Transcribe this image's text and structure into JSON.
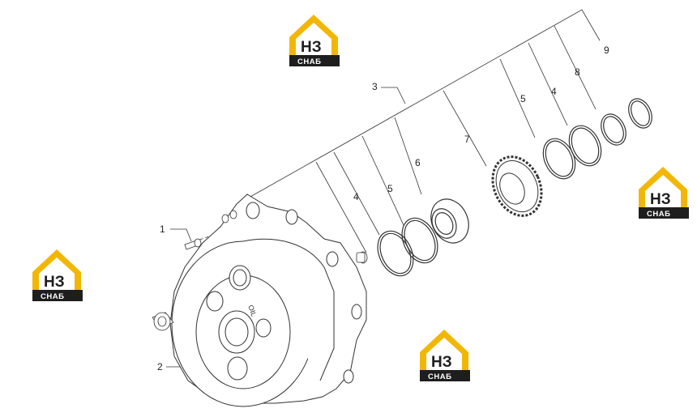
{
  "diagram": {
    "callouts": [
      {
        "id": "c1",
        "label": "1"
      },
      {
        "id": "c2",
        "label": "2"
      },
      {
        "id": "c3",
        "label": "3"
      },
      {
        "id": "c4a",
        "label": "4"
      },
      {
        "id": "c5a",
        "label": "5"
      },
      {
        "id": "c6",
        "label": "6"
      },
      {
        "id": "c7",
        "label": "7"
      },
      {
        "id": "c5b",
        "label": "5"
      },
      {
        "id": "c4b",
        "label": "4"
      },
      {
        "id": "c8",
        "label": "8"
      },
      {
        "id": "c9",
        "label": "9"
      }
    ]
  },
  "watermark": {
    "top": "НЗ",
    "bottom": "СНАБ",
    "accent_color": "#f2b705",
    "dark_color": "#1e1e1e"
  },
  "colors": {
    "line": "#333333",
    "background": "#ffffff"
  }
}
